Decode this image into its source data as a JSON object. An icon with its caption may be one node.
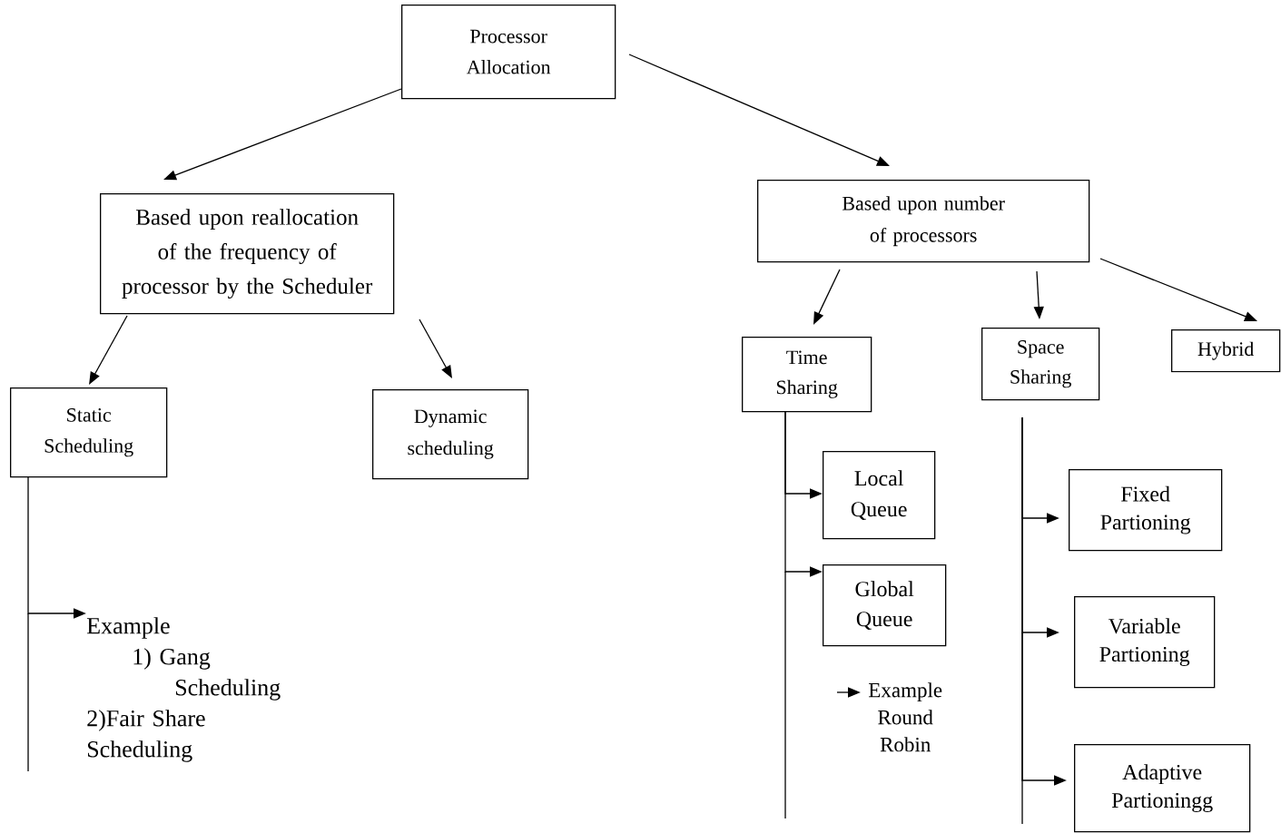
{
  "diagram": {
    "nodes": [
      {
        "text": [
          "Processor Allocation"
        ]
      },
      {
        "text": [
          "Based upon reallocation of the frequency of processor by the Scheduler"
        ]
      },
      {
        "text": [
          "Based upon number of processors"
        ]
      },
      {
        "text": [
          "Static Scheduling"
        ]
      },
      {
        "text": [
          "Dynamic scheduling"
        ]
      },
      {
        "text": [
          "Time Sharing"
        ]
      },
      {
        "text": [
          "Space Sharing"
        ]
      },
      {
        "text": [
          "Hybrid"
        ]
      },
      {
        "text": [
          "Example",
          "1) Gang Scheduling",
          "2)Fair Share Scheduling"
        ]
      },
      {
        "text": [
          "Local Queue"
        ]
      },
      {
        "text": [
          "Global Queue"
        ]
      },
      {
        "text": [
          "Example Round Robin"
        ]
      },
      {
        "text": [
          "Fixed Partioning"
        ]
      },
      {
        "text": [
          "Variable Partioning"
        ]
      },
      {
        "text": [
          "Adaptive Partioningg"
        ]
      }
    ],
    "edges": [
      {
        "from": 0,
        "to": 1,
        "arrow": "to"
      },
      {
        "from": 0,
        "to": 2,
        "arrow": "to"
      },
      {
        "from": 1,
        "to": 3,
        "arrow": "to"
      },
      {
        "from": 1,
        "to": 4,
        "arrow": "to"
      },
      {
        "from": 2,
        "to": 5,
        "arrow": "to"
      },
      {
        "from": 2,
        "to": 6,
        "arrow": "to"
      },
      {
        "from": 2,
        "to": 7,
        "arrow": "to"
      },
      {
        "from": 3,
        "to": 8,
        "arrow": "to"
      },
      {
        "from": 5,
        "to": 9,
        "arrow": "to"
      },
      {
        "from": 5,
        "to": 10,
        "arrow": "to"
      },
      {
        "from": null,
        "to": 11,
        "arrow": "to"
      },
      {
        "from": 6,
        "to": 12,
        "arrow": "to"
      },
      {
        "from": 6,
        "to": 13,
        "arrow": "to"
      },
      {
        "from": 6,
        "to": 14,
        "arrow": "to"
      }
    ]
  }
}
